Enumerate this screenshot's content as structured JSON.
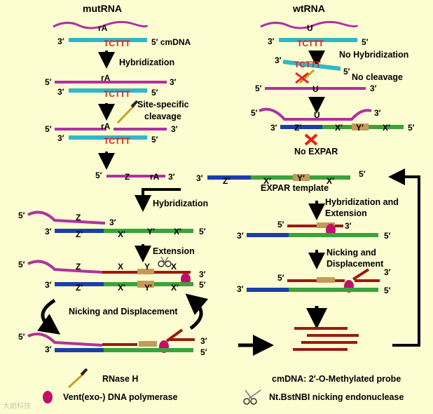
{
  "left": {
    "title": "mutRNA",
    "rA": "rA",
    "tcttt": "TCTTT",
    "cmdna": "5′ cmDNA",
    "hybridization": "Hybridization",
    "site_specific": "Site-specific",
    "cleavage": "cleavage",
    "z": "Z",
    "x": "X",
    "y_prime": "Y′",
    "x_prime": "X′",
    "hybridization2": "Hybridization",
    "extension": "Extension",
    "nicking": "Nicking and Displacement",
    "y": "Y"
  },
  "right": {
    "title": "wtRNA",
    "u": "U",
    "tcttt": "TCTTT",
    "no_hybridization": "No Hybridization",
    "no_cleavage": "No cleavage",
    "z_prime": "Z′",
    "x_prime": "X′",
    "y_prime": "Y′",
    "no_expar": "No EXPAR",
    "expar_template": "EXPAR template",
    "hyb_ext_1": "Hybridization and",
    "hyb_ext_2": "Extension",
    "nick_1": "Nicking and",
    "nick_2": "Displacement"
  },
  "ends": {
    "three": "3′",
    "five": "5′"
  },
  "legend": {
    "rnase": "RNase H",
    "vent": "Vent(exo-) DNA polymerase",
    "cmdna_def": "cmDNA:  2′-O-Methylated probe",
    "nicking_enzyme": "Nt.BstNBI nicking endonuclease"
  },
  "watermark": "大朗科技",
  "colors": {
    "rna": "#b030a0",
    "cmdna": "#30b8c8",
    "blue": "#1b3fa8",
    "green": "#3aa33a",
    "product": "#9a1a10",
    "tan": "#c49a5a",
    "pol": "#c0106a"
  }
}
